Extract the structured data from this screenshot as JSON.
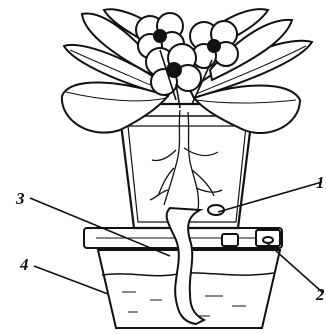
{
  "figure": {
    "labels": [
      "1",
      "2",
      "3",
      "4"
    ]
  }
}
